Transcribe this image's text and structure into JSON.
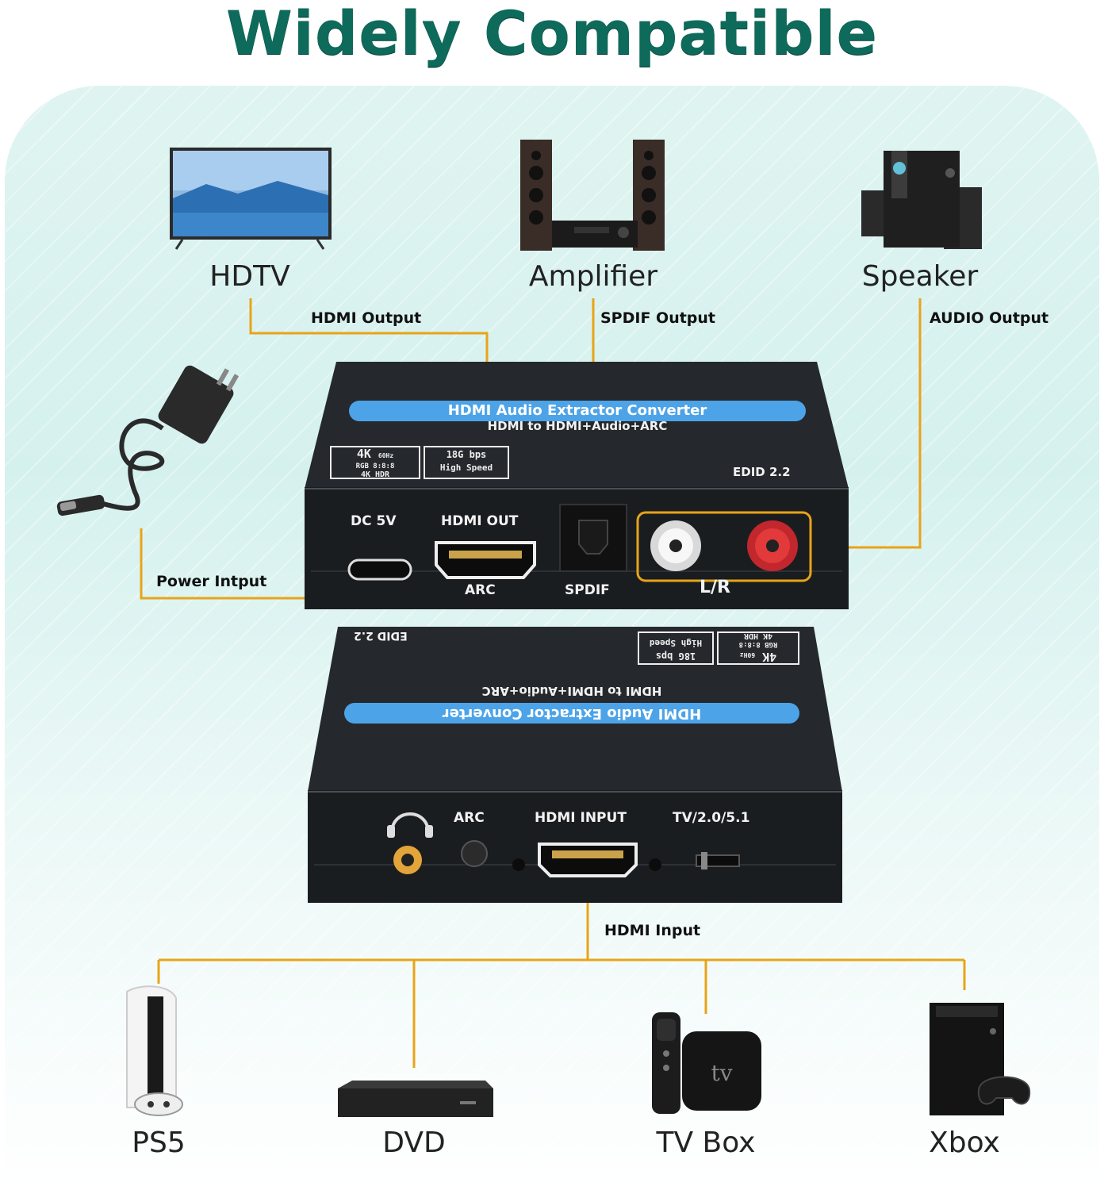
{
  "title": "Widely Compatible",
  "devices_top": {
    "hdtv": "HDTV",
    "amplifier": "Amplifier",
    "speaker": "Speaker"
  },
  "connections": {
    "hdmi_output": "HDMI Output",
    "spdif_output": "SPDIF Output",
    "audio_output": "AUDIO Output",
    "power_input": "Power Intput",
    "hdmi_input": "HDMI Input"
  },
  "front_unit": {
    "pill": "HDMI Audio Extractor Converter",
    "subtitle": "HDMI to HDMI+Audio+ARC",
    "badge_4k_line1": "4K",
    "badge_4k_60hz": "60Hz",
    "badge_4k_line2": "RGB 8:8:8",
    "badge_4k_line3": "4K HDR",
    "badge_speed_line1": "18G bps",
    "badge_speed_line2": "High Speed",
    "edid": "EDID 2.2",
    "dc": "DC 5V",
    "hdmi_out": "HDMI OUT",
    "arc": "ARC",
    "spdif": "SPDIF",
    "lr": "L/R"
  },
  "back_unit": {
    "pill": "HDMI Audio Extractor Converter",
    "subtitle": "HDMI to HDMI+Audio+ARC",
    "edid": "EDID 2.2",
    "badge_speed_line1": "18G bps",
    "badge_speed_line2": "High Speed",
    "badge_4k_line1": "4K",
    "badge_4k_60hz": "60Hz",
    "badge_4k_line2": "RGB 8:8:8",
    "badge_4k_line3": "4K HDR",
    "arc": "ARC",
    "hdmi_input": "HDMI INPUT",
    "mode": "TV/2.0/5.1"
  },
  "devices_bottom": {
    "ps5": "PS5",
    "dvd": "DVD",
    "tvbox": "TV Box",
    "tvbox_logo": "tv",
    "xbox": "Xbox"
  },
  "colors": {
    "wire": "#e8a417",
    "title": "#0e6a5a",
    "box": "#1c1f22",
    "pill": "#4da3e8"
  }
}
